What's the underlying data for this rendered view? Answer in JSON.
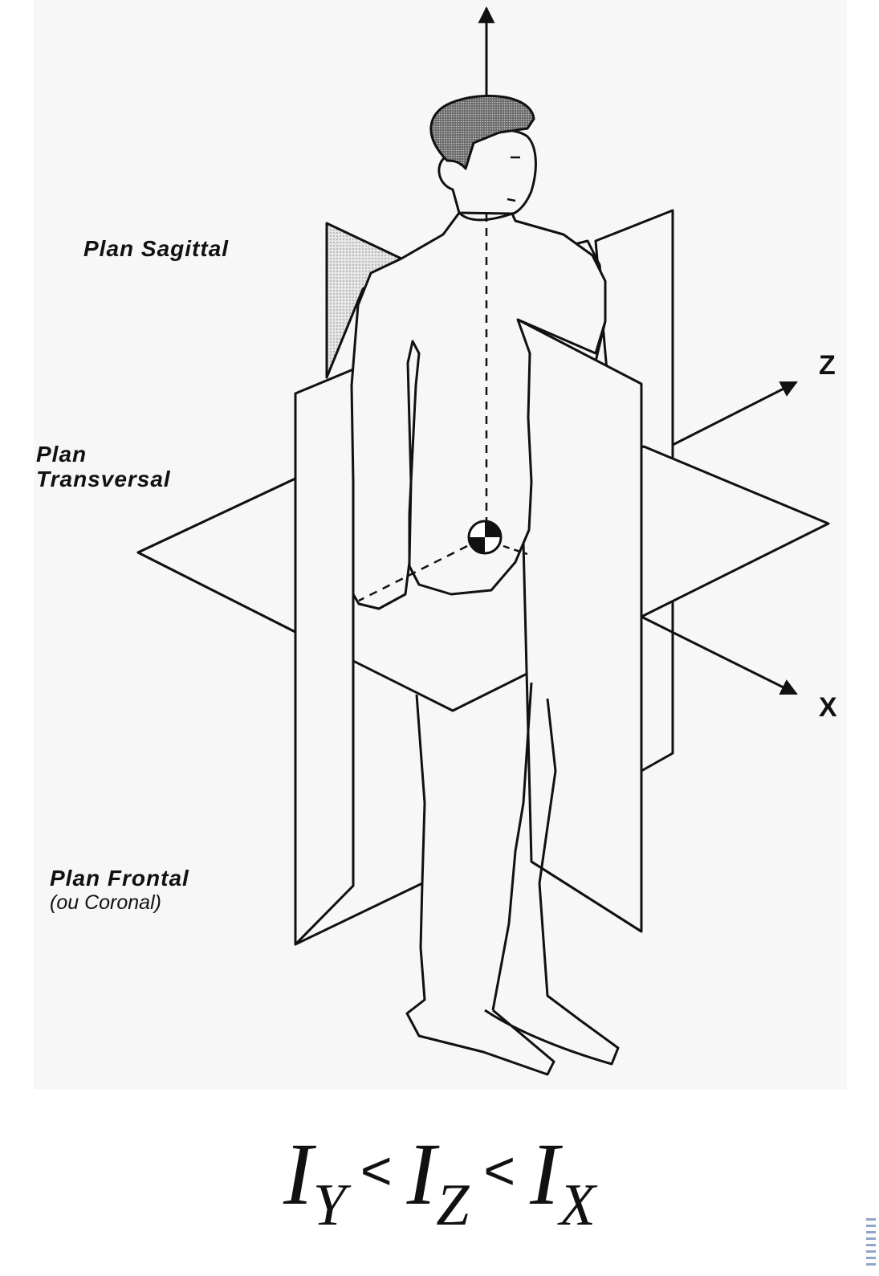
{
  "labels": {
    "sagittal": "Plan Sagittal",
    "transversal_line1": "Plan",
    "transversal_line2": "Transversal",
    "frontal": "Plan Frontal",
    "frontal_sub": "(ou Coronal)"
  },
  "axes": {
    "z": "Z",
    "x": "X"
  },
  "equation": {
    "i1": "I",
    "s1": "Y",
    "op1": "<",
    "i2": "I",
    "s2": "Z",
    "op2": "<",
    "i3": "I",
    "s3": "X"
  },
  "icons": [
    "human-figure-icon",
    "center-of-mass-icon",
    "arrow-icon"
  ],
  "colors": {
    "line": "#111111",
    "background": "#f7f7f7",
    "shaded": "#d4d4d4"
  }
}
